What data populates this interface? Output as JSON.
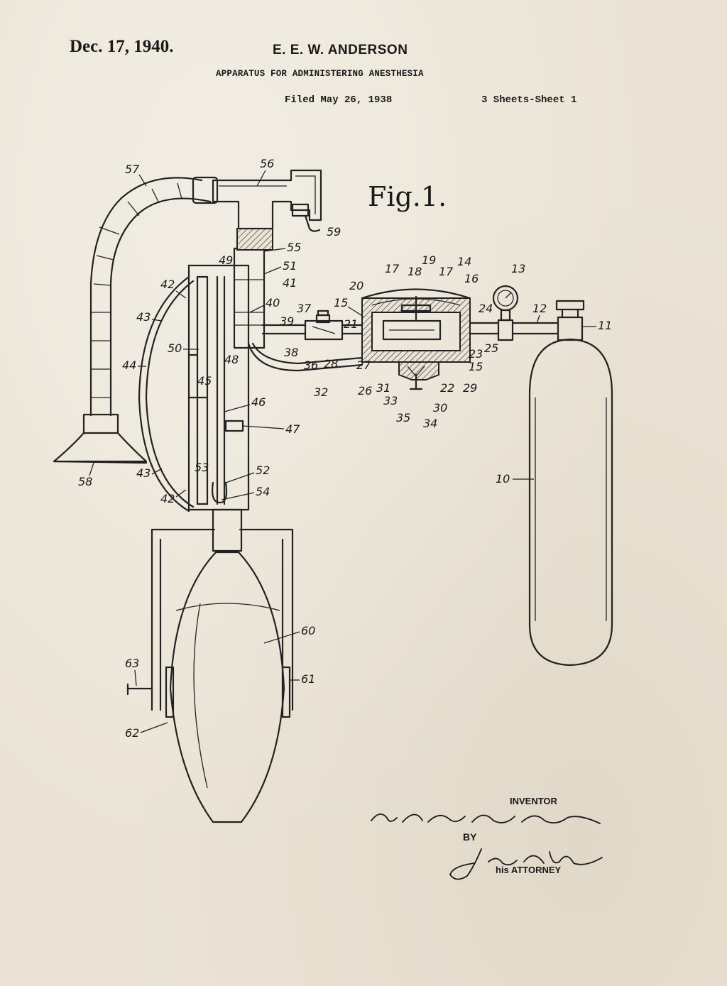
{
  "header": {
    "date": "Dec. 17, 1940.",
    "inventor_name": "E. E. W. ANDERSON",
    "title": "APPARATUS FOR ADMINISTERING ANESTHESIA",
    "filed": "Filed May 26, 1938",
    "sheets": "3 Sheets-Sheet 1"
  },
  "figure": {
    "label": "Fig.1.",
    "reference_numerals": [
      "10",
      "11",
      "12",
      "13",
      "14",
      "15",
      "15",
      "16",
      "17",
      "17",
      "18",
      "19",
      "20",
      "21",
      "22",
      "23",
      "24",
      "25",
      "26",
      "27",
      "28",
      "29",
      "30",
      "31",
      "32",
      "33",
      "34",
      "35",
      "36",
      "37",
      "38",
      "39",
      "40",
      "41",
      "42",
      "42",
      "43",
      "43",
      "44",
      "45",
      "46",
      "47",
      "48",
      "49",
      "50",
      "51",
      "52",
      "53",
      "54",
      "55",
      "56",
      "57",
      "58",
      "59",
      "60",
      "61",
      "62",
      "63"
    ]
  },
  "signature_block": {
    "inventor_label": "INVENTOR",
    "inventor_signature": "Emil Einar Wilhelm Anderson",
    "by_label": "BY",
    "attorney_signature": "Jarvis C. Marble",
    "attorney_label": "his ATTORNEY"
  }
}
